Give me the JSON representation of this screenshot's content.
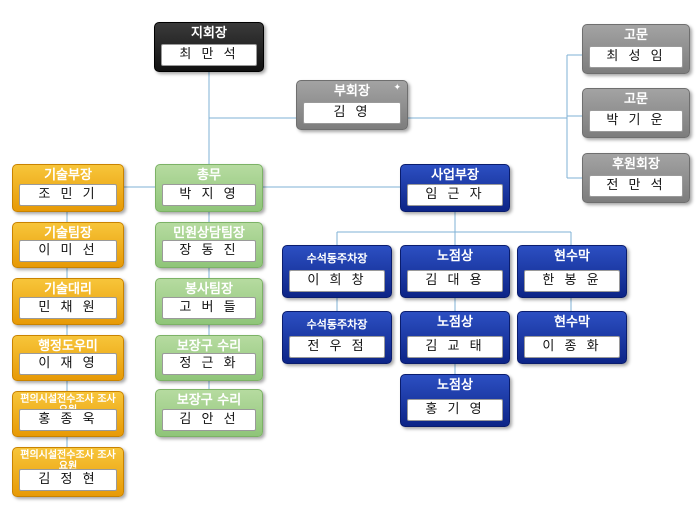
{
  "chairman": {
    "title": "지회장",
    "name": "최 만 석"
  },
  "vice": {
    "title": "부회장",
    "name": "김    영"
  },
  "advisors": [
    {
      "title": "고문",
      "name": "최 성 임"
    },
    {
      "title": "고문",
      "name": "박 기 운"
    },
    {
      "title": "후원회장",
      "name": "전 만 석"
    }
  ],
  "tech_col": [
    {
      "title": "기술부장",
      "name": "조 민 기"
    },
    {
      "title": "기술팀장",
      "name": "이 미 선"
    },
    {
      "title": "기술대리",
      "name": "민 채 원"
    },
    {
      "title": "행정도우미",
      "name": "이 재 영"
    },
    {
      "title": "편의시설전수조사 조사요원",
      "name": "홍 종 욱"
    },
    {
      "title": "편의시설전수조사 조사요원",
      "name": "김 정 현"
    }
  ],
  "general_col": [
    {
      "title": "총무",
      "name": "박 지 영"
    },
    {
      "title": "민원상담팀장",
      "name": "장 동 진"
    },
    {
      "title": "봉사팀장",
      "name": "고 버 들"
    },
    {
      "title": "보장구 수리",
      "name": "정 근 화"
    },
    {
      "title": "보장구 수리",
      "name": "김 안 선"
    }
  ],
  "business": {
    "title": "사업부장",
    "name": "임 근 자"
  },
  "parking_col": [
    {
      "title": "수석동주차장",
      "name": "이 희 창"
    },
    {
      "title": "수석동주차장",
      "name": "전 우 점"
    }
  ],
  "street_col": [
    {
      "title": "노점상",
      "name": "김 대 용"
    },
    {
      "title": "노점상",
      "name": "김 교 태"
    },
    {
      "title": "노점상",
      "name": "홍 기 영"
    }
  ],
  "banner_col": [
    {
      "title": "현수막",
      "name": "한 봉 윤"
    },
    {
      "title": "현수막",
      "name": "이 종 화"
    }
  ]
}
